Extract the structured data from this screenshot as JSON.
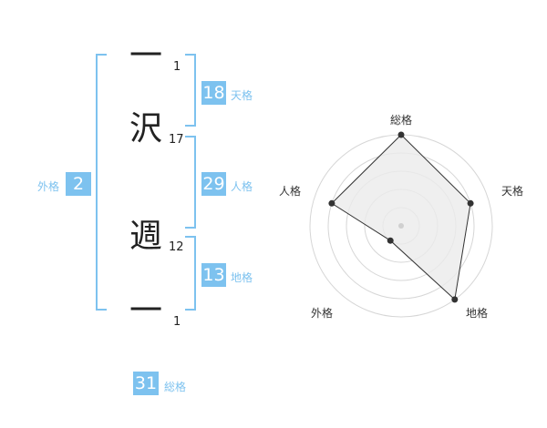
{
  "name": {
    "characters": [
      {
        "char": "一",
        "strokes": "1"
      },
      {
        "char": "沢",
        "strokes": "17"
      },
      {
        "char": "週",
        "strokes": "12"
      },
      {
        "char": "一",
        "strokes": "1"
      }
    ]
  },
  "kaku": {
    "tenkaku": {
      "value": "18",
      "label": "天格"
    },
    "jinkaku": {
      "value": "29",
      "label": "人格"
    },
    "chikaku": {
      "value": "13",
      "label": "地格"
    },
    "gaikaku": {
      "value": "2",
      "label": "外格"
    },
    "soukaku": {
      "value": "31",
      "label": "総格"
    }
  },
  "radar": {
    "labels": {
      "soukaku": "総格",
      "tenkaku": "天格",
      "jinkaku": "人格",
      "chikaku": "地格",
      "gaikaku": "外格"
    },
    "levels": {
      "soukaku": 1.0,
      "tenkaku": 0.8,
      "chikaku": 1.0,
      "gaikaku": 0.2,
      "jinkaku": 0.8
    },
    "colors": {
      "fill": "#ebebeb",
      "line": "#333333",
      "grid": "#d6d6d6",
      "accent": "#7dc2ef"
    }
  }
}
